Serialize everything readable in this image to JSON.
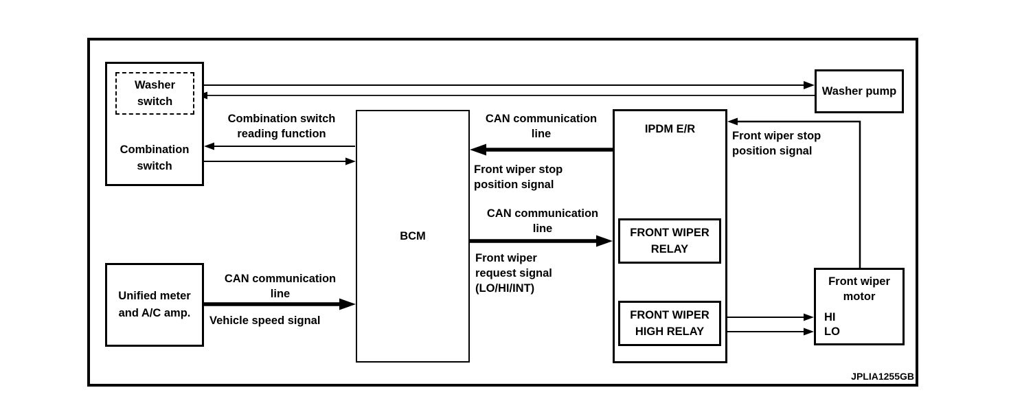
{
  "diagram": {
    "caption": "JPLIA1255GB",
    "colors": {
      "ink": "#000000",
      "background": "#ffffff"
    },
    "boxes": {
      "combination_switch": {
        "label": "Combination\nswitch"
      },
      "washer_switch": {
        "label": "Washer\nswitch"
      },
      "washer_pump": {
        "label": "Washer pump"
      },
      "bcm": {
        "label": "BCM"
      },
      "ipdm": {
        "label": "IPDM E/R"
      },
      "front_wiper_relay": {
        "label": "FRONT WIPER\nRELAY"
      },
      "front_wiper_high_relay": {
        "label": "FRONT WIPER\nHIGH RELAY"
      },
      "unified_meter": {
        "label": "Unified meter\nand A/C amp."
      },
      "front_wiper_motor": {
        "label": "Front wiper\nmotor",
        "ports": [
          "HI",
          "LO"
        ]
      }
    },
    "labels": {
      "combination_switch_reading": "Combination switch\nreading function",
      "can_line_bcm_in": "CAN communication\nline",
      "front_wiper_stop_bcm": "Front wiper stop\nposition signal",
      "can_line_bcm_out": "CAN communication\nline",
      "front_wiper_request": "Front wiper\nrequest signal\n(LO/HI/INT)",
      "can_line_meter": "CAN communication\nline",
      "vehicle_speed": "Vehicle speed signal",
      "front_wiper_stop_ipdm": "Front wiper stop\nposition signal"
    }
  }
}
